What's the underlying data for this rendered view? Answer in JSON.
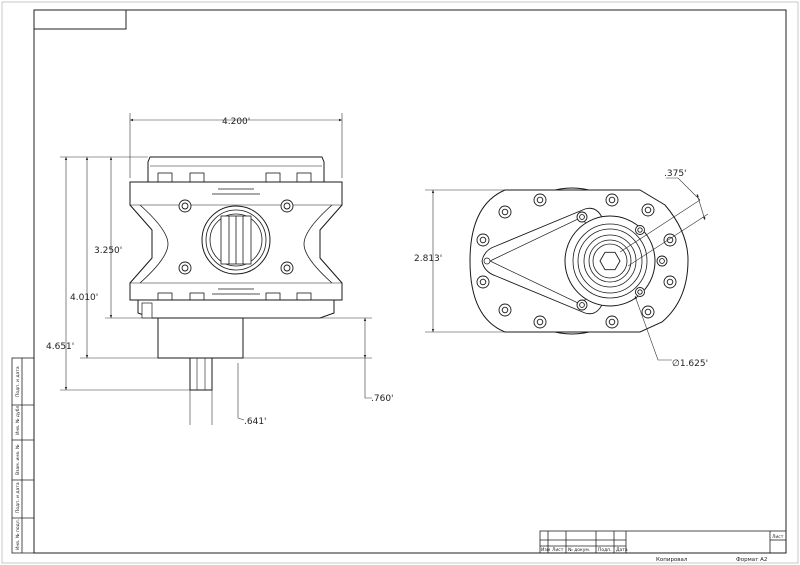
{
  "front_view": {
    "width_dim": "4.200'",
    "height_body_dim": "3.250'",
    "height_upper_dim": "4.010'",
    "height_total_dim": "4.651'",
    "base_dim": ".760'",
    "shaft_dim": ".641'"
  },
  "side_view": {
    "height_dim": "2.813'",
    "bore_dim": ".375'",
    "diameter_dim": "∅1.625'"
  },
  "side_strip": {
    "labels": [
      "Подп. и дата",
      "Инв. № дубл.",
      "Взам. инв. №",
      "Подп. и дата",
      "Инв. № подл."
    ]
  },
  "title_block": {
    "columns": [
      "Изм",
      "Лист",
      "№ докум.",
      "Подп.",
      "Дата"
    ],
    "sheet_label": "Лист",
    "copied": "Копировал",
    "format": "Формат A2"
  },
  "colors": {
    "line": "#1a1a1a",
    "fill": "#ffffff"
  }
}
